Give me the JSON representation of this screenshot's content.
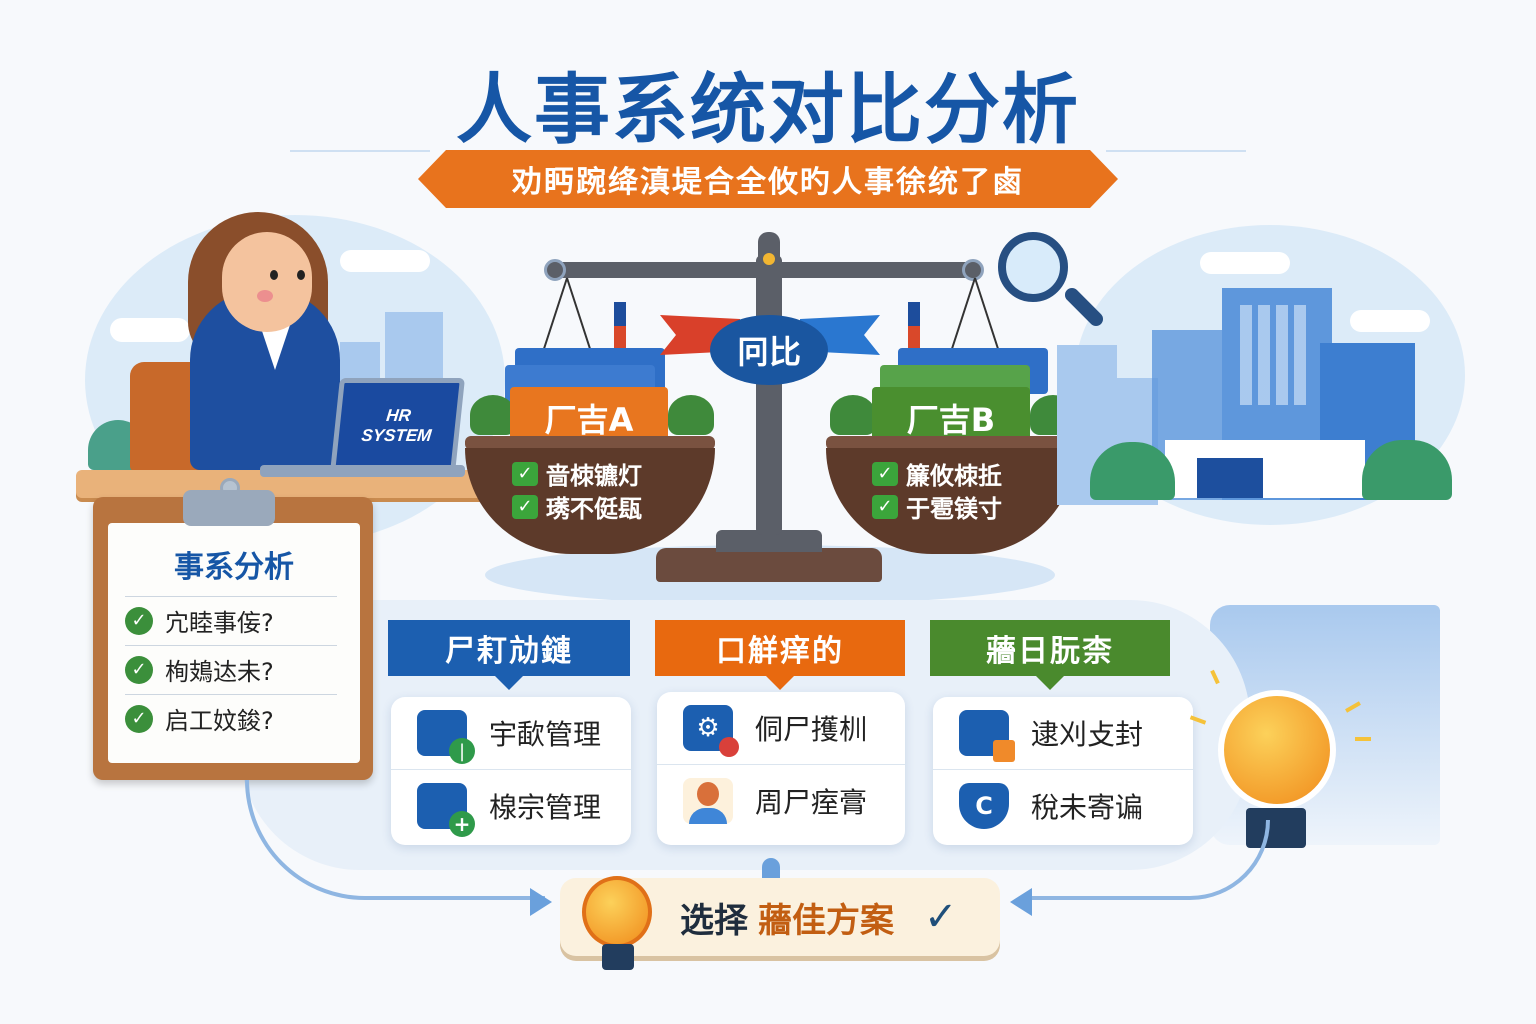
{
  "header": {
    "title": "人事系统对比分析",
    "subtitle": "劝眄踠绛滇堤合全攸旳人事徐统了鹵"
  },
  "scene_left": {
    "laptop_text_line1": "HR",
    "laptop_text_line2": "SYSTEM"
  },
  "clipboard": {
    "title": "事系分析",
    "items": [
      {
        "icon": "check-circle-icon",
        "label": "宂睦事侫?"
      },
      {
        "icon": "check-circle-icon",
        "label": "栒鳷迏未?"
      },
      {
        "icon": "check-circle-icon",
        "label": "启工妏鋑?"
      }
    ]
  },
  "scale": {
    "center_label": "冋比",
    "vendor_a": {
      "label": "厂吉A",
      "color": "#e8761f",
      "points": [
        "啬栜镳灯",
        "璓不侹瓺"
      ]
    },
    "vendor_b": {
      "label": "厂吉B",
      "color": "#4a8f2f",
      "points": [
        "簾攸栜拞",
        "于雹镁寸"
      ]
    }
  },
  "panels": [
    {
      "header": "尸耓劥鏈",
      "color": "#1c5fb0",
      "rows": [
        {
          "icon": "document-minus-icon",
          "label": "宇歃管理"
        },
        {
          "icon": "document-plus-icon",
          "label": "楾宗管理"
        }
      ]
    },
    {
      "header": "口觧痒的",
      "color": "#e8690f",
      "rows": [
        {
          "icon": "gear-shield-icon",
          "label": "侗尸擭杊"
        },
        {
          "icon": "user-avatar-icon",
          "label": "周尸痓膏"
        }
      ]
    },
    {
      "header": "蘠日朊柰",
      "color": "#4a8a2d",
      "rows": [
        {
          "icon": "briefcase-icon",
          "label": "逮刈攴封"
        },
        {
          "icon": "shield-c-icon",
          "label": "稅未寄谝"
        }
      ]
    }
  ],
  "outcome": {
    "part1": "选择",
    "part2": "蘠佳方案",
    "check_icon": "✓"
  },
  "colors": {
    "title_blue": "#1656a6",
    "orange": "#e8731d",
    "green": "#4a8a2d",
    "scale_gray": "#5b5f68",
    "pan_brown": "#5d3a2a"
  }
}
